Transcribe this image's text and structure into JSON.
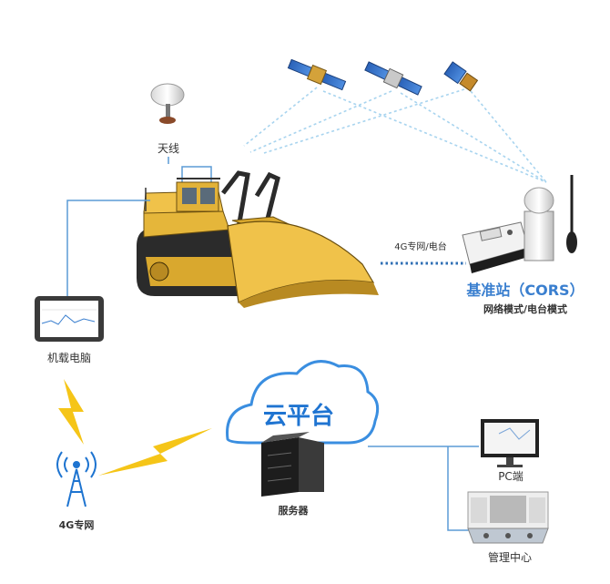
{
  "labels": {
    "antenna": "天线",
    "link": "4G专网/电台",
    "cors_title": "基准站（CORS）",
    "cors_mode": "网络模式/电台模式",
    "onboard_pc": "机载电脑",
    "tower": "4G专网",
    "cloud": "云平台",
    "server": "服务器",
    "pc": "PC端",
    "mgmt": "管理中心"
  },
  "colors": {
    "line": "#5b9bd5",
    "signal": "#a8d4ef",
    "dotted": "#2f6fb5",
    "bolt": "#f5c518",
    "cloud_stroke": "#3a8ee0",
    "cloud_text": "#1f74d1",
    "machine": "#e5b63a",
    "machine_dark": "#2b2b2b"
  },
  "icons": [
    "satellite-icon",
    "antenna-icon",
    "bulldozer-icon",
    "cors-station-icon",
    "tablet-icon",
    "tower-icon",
    "lightning-icon",
    "cloud-icon",
    "server-icon",
    "monitor-icon",
    "control-center-icon"
  ]
}
